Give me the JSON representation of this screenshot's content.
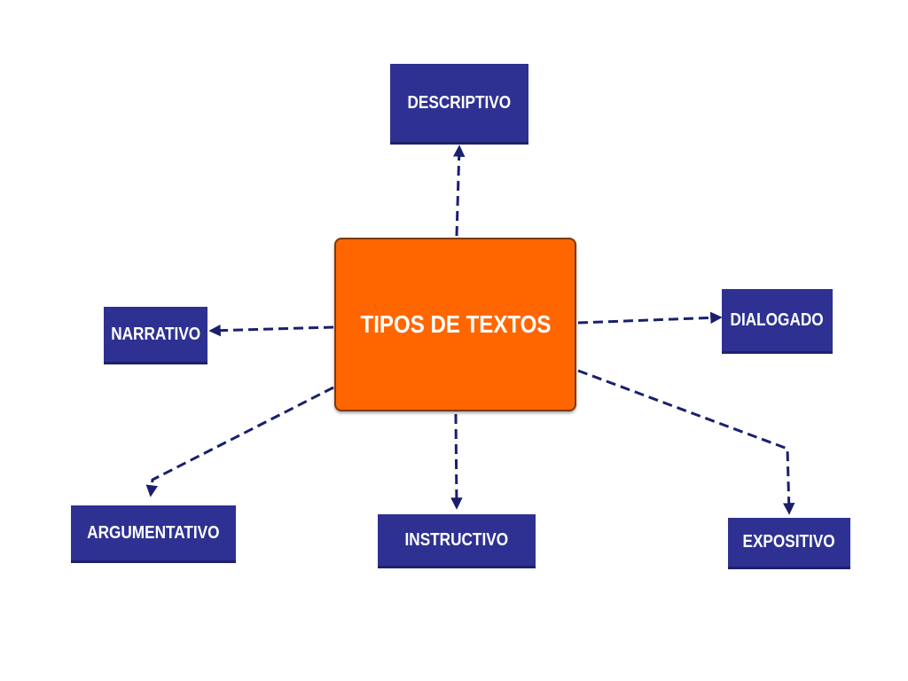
{
  "diagram": {
    "root": {
      "label": "TIPOS DE TEXTOS",
      "color": "#ff6600"
    },
    "leaf_color": "#2e3192",
    "connector_color": "#1a1f6e",
    "nodes": [
      {
        "id": "descriptivo",
        "label": "DESCRIPTIVO"
      },
      {
        "id": "narrativo",
        "label": "NARRATIVO"
      },
      {
        "id": "dialogado",
        "label": "DIALOGADO"
      },
      {
        "id": "argumentativo",
        "label": "ARGUMENTATIVO"
      },
      {
        "id": "instructivo",
        "label": "INSTRUCTIVO"
      },
      {
        "id": "expositivo",
        "label": "EXPOSITIVO"
      }
    ],
    "edges": [
      {
        "from": "root",
        "to": "descriptivo",
        "style": "dashed-arrow"
      },
      {
        "from": "root",
        "to": "narrativo",
        "style": "dashed-arrow"
      },
      {
        "from": "root",
        "to": "dialogado",
        "style": "dashed-arrow"
      },
      {
        "from": "root",
        "to": "argumentativo",
        "style": "dashed-arrow"
      },
      {
        "from": "root",
        "to": "instructivo",
        "style": "dashed-arrow"
      },
      {
        "from": "root",
        "to": "expositivo",
        "style": "dashed-arrow"
      }
    ]
  }
}
